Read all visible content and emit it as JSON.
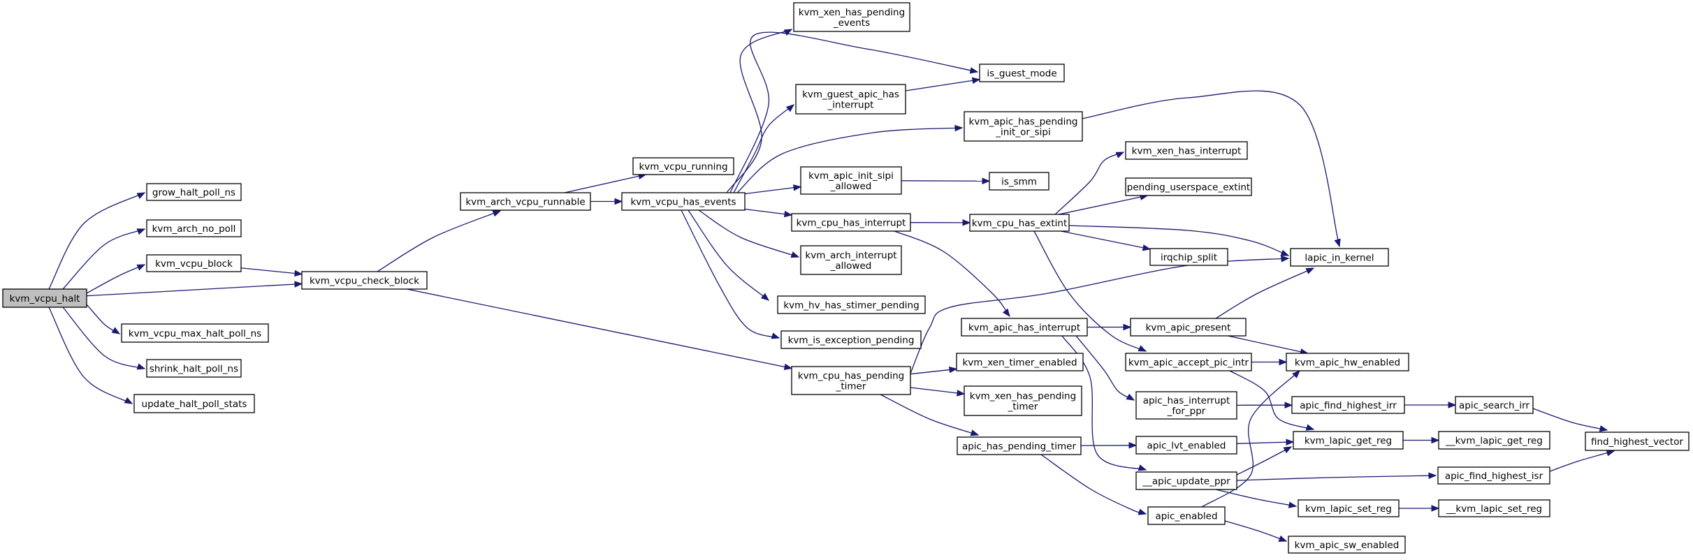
{
  "graph": {
    "colors": {
      "edge": "#191970",
      "root_fill": "#bfbfbf",
      "node_fill": "#ffffff",
      "node_border": "#000000"
    },
    "root": "kvm_vcpu_halt",
    "nodes": [
      {
        "id": "kvm_vcpu_halt",
        "lines": [
          "kvm_vcpu_halt"
        ]
      },
      {
        "id": "grow_halt_poll_ns",
        "lines": [
          "grow_halt_poll_ns"
        ]
      },
      {
        "id": "kvm_arch_no_poll",
        "lines": [
          "kvm_arch_no_poll"
        ]
      },
      {
        "id": "kvm_vcpu_block",
        "lines": [
          "kvm_vcpu_block"
        ]
      },
      {
        "id": "kvm_vcpu_check_block",
        "lines": [
          "kvm_vcpu_check_block"
        ]
      },
      {
        "id": "kvm_vcpu_max_halt_poll_ns",
        "lines": [
          "kvm_vcpu_max_halt_poll_ns"
        ]
      },
      {
        "id": "shrink_halt_poll_ns",
        "lines": [
          "shrink_halt_poll_ns"
        ]
      },
      {
        "id": "update_halt_poll_stats",
        "lines": [
          "update_halt_poll_stats"
        ]
      },
      {
        "id": "kvm_arch_vcpu_runnable",
        "lines": [
          "kvm_arch_vcpu_runnable"
        ]
      },
      {
        "id": "kvm_cpu_has_pending_timer",
        "lines": [
          "kvm_cpu_has_pending",
          "_timer"
        ]
      },
      {
        "id": "kvm_vcpu_running",
        "lines": [
          "kvm_vcpu_running"
        ]
      },
      {
        "id": "kvm_vcpu_has_events",
        "lines": [
          "kvm_vcpu_has_events"
        ]
      },
      {
        "id": "kvm_xen_has_pending_events",
        "lines": [
          "kvm_xen_has_pending",
          "_events"
        ]
      },
      {
        "id": "kvm_guest_apic_has_interrupt",
        "lines": [
          "kvm_guest_apic_has",
          "_interrupt"
        ]
      },
      {
        "id": "kvm_apic_init_sipi_allowed",
        "lines": [
          "kvm_apic_init_sipi",
          "_allowed"
        ]
      },
      {
        "id": "kvm_cpu_has_interrupt",
        "lines": [
          "kvm_cpu_has_interrupt"
        ]
      },
      {
        "id": "kvm_arch_interrupt_allowed",
        "lines": [
          "kvm_arch_interrupt",
          "_allowed"
        ]
      },
      {
        "id": "kvm_hv_has_stimer_pending",
        "lines": [
          "kvm_hv_has_stimer_pending"
        ]
      },
      {
        "id": "kvm_is_exception_pending",
        "lines": [
          "kvm_is_exception_pending"
        ]
      },
      {
        "id": "is_guest_mode",
        "lines": [
          "is_guest_mode"
        ]
      },
      {
        "id": "kvm_apic_has_pending_init_or_sipi",
        "lines": [
          "kvm_apic_has_pending",
          "_init_or_sipi"
        ]
      },
      {
        "id": "is_smm",
        "lines": [
          "is_smm"
        ]
      },
      {
        "id": "kvm_cpu_has_extint",
        "lines": [
          "kvm_cpu_has_extint"
        ]
      },
      {
        "id": "kvm_apic_has_interrupt",
        "lines": [
          "kvm_apic_has_interrupt"
        ]
      },
      {
        "id": "kvm_xen_timer_enabled",
        "lines": [
          "kvm_xen_timer_enabled"
        ]
      },
      {
        "id": "kvm_xen_has_pending_timer",
        "lines": [
          "kvm_xen_has_pending",
          "_timer"
        ]
      },
      {
        "id": "apic_has_pending_timer",
        "lines": [
          "apic_has_pending_timer"
        ]
      },
      {
        "id": "kvm_xen_has_interrupt",
        "lines": [
          "kvm_xen_has_interrupt"
        ]
      },
      {
        "id": "pending_userspace_extint",
        "lines": [
          "pending_userspace_extint"
        ]
      },
      {
        "id": "irqchip_split",
        "lines": [
          "irqchip_split"
        ]
      },
      {
        "id": "lapic_in_kernel",
        "lines": [
          "lapic_in_kernel"
        ]
      },
      {
        "id": "kvm_apic_accept_pic_intr",
        "lines": [
          "kvm_apic_accept_pic_intr"
        ]
      },
      {
        "id": "kvm_apic_present",
        "lines": [
          "kvm_apic_present"
        ]
      },
      {
        "id": "apic_has_interrupt_for_ppr",
        "lines": [
          "apic_has_interrupt",
          "_for_ppr"
        ]
      },
      {
        "id": "__apic_update_ppr",
        "lines": [
          "__apic_update_ppr"
        ]
      },
      {
        "id": "apic_lvt_enabled",
        "lines": [
          "apic_lvt_enabled"
        ]
      },
      {
        "id": "apic_enabled",
        "lines": [
          "apic_enabled"
        ]
      },
      {
        "id": "kvm_apic_hw_enabled",
        "lines": [
          "kvm_apic_hw_enabled"
        ]
      },
      {
        "id": "apic_find_highest_irr",
        "lines": [
          "apic_find_highest_irr"
        ]
      },
      {
        "id": "kvm_lapic_get_reg",
        "lines": [
          "kvm_lapic_get_reg"
        ]
      },
      {
        "id": "kvm_lapic_set_reg",
        "lines": [
          "kvm_lapic_set_reg"
        ]
      },
      {
        "id": "kvm_apic_sw_enabled",
        "lines": [
          "kvm_apic_sw_enabled"
        ]
      },
      {
        "id": "apic_find_highest_isr",
        "lines": [
          "apic_find_highest_isr"
        ]
      },
      {
        "id": "apic_search_irr",
        "lines": [
          "apic_search_irr"
        ]
      },
      {
        "id": "__kvm_lapic_get_reg",
        "lines": [
          "__kvm_lapic_get_reg"
        ]
      },
      {
        "id": "__kvm_lapic_set_reg",
        "lines": [
          "__kvm_lapic_set_reg"
        ]
      },
      {
        "id": "find_highest_vector",
        "lines": [
          "find_highest_vector"
        ]
      }
    ],
    "edges": [
      [
        "kvm_vcpu_halt",
        "grow_halt_poll_ns"
      ],
      [
        "kvm_vcpu_halt",
        "kvm_arch_no_poll"
      ],
      [
        "kvm_vcpu_halt",
        "kvm_vcpu_block"
      ],
      [
        "kvm_vcpu_halt",
        "kvm_vcpu_check_block"
      ],
      [
        "kvm_vcpu_halt",
        "kvm_vcpu_max_halt_poll_ns"
      ],
      [
        "kvm_vcpu_halt",
        "shrink_halt_poll_ns"
      ],
      [
        "kvm_vcpu_halt",
        "update_halt_poll_stats"
      ],
      [
        "kvm_vcpu_block",
        "kvm_vcpu_check_block"
      ],
      [
        "kvm_vcpu_check_block",
        "kvm_arch_vcpu_runnable"
      ],
      [
        "kvm_vcpu_check_block",
        "kvm_cpu_has_pending_timer"
      ],
      [
        "kvm_arch_vcpu_runnable",
        "kvm_vcpu_running"
      ],
      [
        "kvm_arch_vcpu_runnable",
        "kvm_vcpu_has_events"
      ],
      [
        "kvm_vcpu_has_events",
        "kvm_xen_has_pending_events"
      ],
      [
        "kvm_vcpu_has_events",
        "is_guest_mode"
      ],
      [
        "kvm_vcpu_has_events",
        "kvm_guest_apic_has_interrupt"
      ],
      [
        "kvm_vcpu_has_events",
        "kvm_apic_has_pending_init_or_sipi"
      ],
      [
        "kvm_vcpu_has_events",
        "kvm_apic_init_sipi_allowed"
      ],
      [
        "kvm_vcpu_has_events",
        "kvm_cpu_has_interrupt"
      ],
      [
        "kvm_vcpu_has_events",
        "kvm_arch_interrupt_allowed"
      ],
      [
        "kvm_vcpu_has_events",
        "kvm_hv_has_stimer_pending"
      ],
      [
        "kvm_vcpu_has_events",
        "kvm_is_exception_pending"
      ],
      [
        "kvm_guest_apic_has_interrupt",
        "is_guest_mode"
      ],
      [
        "kvm_apic_init_sipi_allowed",
        "is_smm"
      ],
      [
        "kvm_apic_has_pending_init_or_sipi",
        "lapic_in_kernel"
      ],
      [
        "kvm_cpu_has_interrupt",
        "kvm_cpu_has_extint"
      ],
      [
        "kvm_cpu_has_interrupt",
        "kvm_apic_has_interrupt"
      ],
      [
        "kvm_cpu_has_extint",
        "kvm_xen_has_interrupt"
      ],
      [
        "kvm_cpu_has_extint",
        "pending_userspace_extint"
      ],
      [
        "kvm_cpu_has_extint",
        "irqchip_split"
      ],
      [
        "kvm_cpu_has_extint",
        "lapic_in_kernel"
      ],
      [
        "kvm_cpu_has_extint",
        "kvm_apic_accept_pic_intr"
      ],
      [
        "kvm_cpu_has_pending_timer",
        "lapic_in_kernel"
      ],
      [
        "kvm_cpu_has_pending_timer",
        "kvm_xen_timer_enabled"
      ],
      [
        "kvm_cpu_has_pending_timer",
        "kvm_xen_has_pending_timer"
      ],
      [
        "kvm_cpu_has_pending_timer",
        "apic_has_pending_timer"
      ],
      [
        "kvm_apic_has_interrupt",
        "kvm_apic_present"
      ],
      [
        "kvm_apic_has_interrupt",
        "apic_has_interrupt_for_ppr"
      ],
      [
        "kvm_apic_has_interrupt",
        "__apic_update_ppr"
      ],
      [
        "kvm_apic_present",
        "lapic_in_kernel"
      ],
      [
        "kvm_apic_present",
        "kvm_apic_hw_enabled"
      ],
      [
        "kvm_apic_accept_pic_intr",
        "kvm_apic_hw_enabled"
      ],
      [
        "kvm_apic_accept_pic_intr",
        "kvm_lapic_get_reg"
      ],
      [
        "apic_has_interrupt_for_ppr",
        "apic_find_highest_irr"
      ],
      [
        "apic_has_pending_timer",
        "apic_lvt_enabled"
      ],
      [
        "apic_has_pending_timer",
        "apic_enabled"
      ],
      [
        "apic_lvt_enabled",
        "kvm_lapic_get_reg"
      ],
      [
        "__apic_update_ppr",
        "kvm_lapic_get_reg"
      ],
      [
        "__apic_update_ppr",
        "apic_find_highest_isr"
      ],
      [
        "__apic_update_ppr",
        "kvm_lapic_set_reg"
      ],
      [
        "apic_enabled",
        "kvm_apic_hw_enabled"
      ],
      [
        "apic_enabled",
        "kvm_apic_sw_enabled"
      ],
      [
        "apic_find_highest_irr",
        "apic_search_irr"
      ],
      [
        "apic_search_irr",
        "find_highest_vector"
      ],
      [
        "apic_find_highest_isr",
        "find_highest_vector"
      ],
      [
        "kvm_lapic_get_reg",
        "__kvm_lapic_get_reg"
      ],
      [
        "kvm_lapic_set_reg",
        "__kvm_lapic_set_reg"
      ]
    ]
  }
}
